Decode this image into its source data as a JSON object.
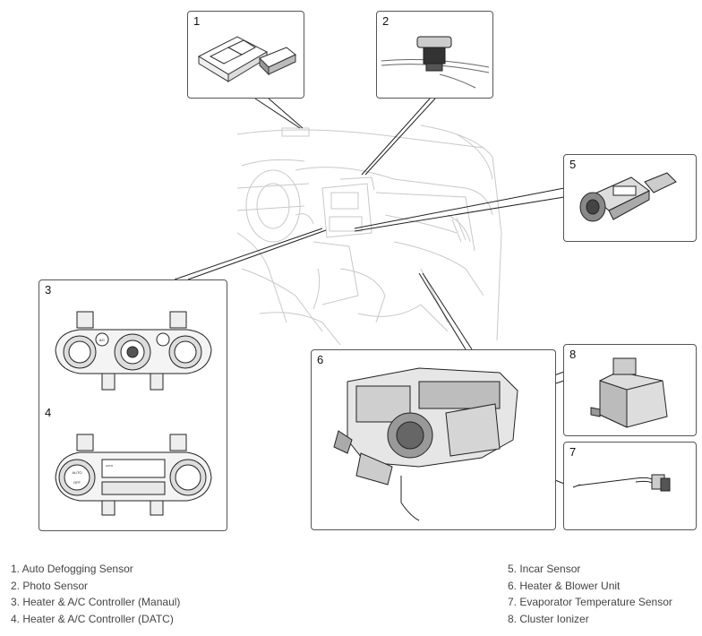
{
  "callouts": [
    {
      "num": "1"
    },
    {
      "num": "2"
    },
    {
      "num": "3"
    },
    {
      "num": "4"
    },
    {
      "num": "5"
    },
    {
      "num": "6"
    },
    {
      "num": "7"
    },
    {
      "num": "8"
    }
  ],
  "legend": {
    "left": [
      "1. Auto Defogging Sensor",
      "2. Photo Sensor",
      "3. Heater & A/C Controller (Manaul)",
      "4. Heater & A/C Controller (DATC)"
    ],
    "right": [
      "5. Incar Sensor",
      "6. Heater & Blower Unit",
      "7. Evaporator Temperature Sensor",
      "8. Cluster Ionizer"
    ]
  },
  "controller_labels": {
    "ac": "A/C",
    "auto": "AUTO",
    "off": "OFF",
    "auto_small": "AUTO"
  }
}
